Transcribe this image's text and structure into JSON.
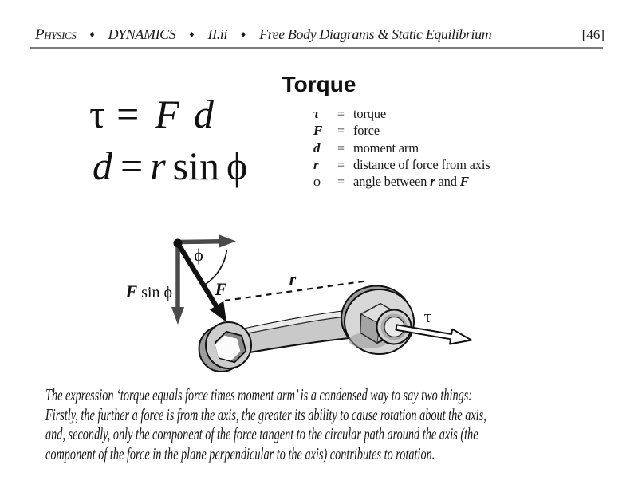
{
  "header": {
    "subject": "Physics",
    "separator": "♦",
    "section": "DYNAMICS",
    "subsection": "II.ii",
    "topic": "Free Body Diagrams & Static Equilibrium",
    "page_number": "[46]"
  },
  "title": "Torque",
  "equations": {
    "eq1": {
      "lhs": "τ",
      "equals": "=",
      "term1": "F",
      "term2": "d"
    },
    "eq2": {
      "lhs": "d",
      "equals": "=",
      "term1": "r",
      "fn": "sin",
      "term2": "ϕ"
    }
  },
  "legend": {
    "rows": [
      {
        "sym": "τ",
        "eq": "=",
        "def": "torque"
      },
      {
        "sym": "F",
        "eq": "=",
        "def": "force"
      },
      {
        "sym": "d",
        "eq": "=",
        "def": "moment arm"
      },
      {
        "sym": "r",
        "eq": "=",
        "def": "distance of force from axis"
      },
      {
        "sym": "ϕ",
        "eq": "=",
        "def_pre": "angle between",
        "def_r": "r",
        "def_mid": "and",
        "def_f": "F"
      }
    ]
  },
  "diagram": {
    "labels": {
      "phi": "ϕ",
      "force": "F",
      "fsin_f": "F",
      "fsin_rest": " sin ϕ",
      "radius": "r",
      "torque": "τ"
    },
    "colors": {
      "arrow_gray": "#4a4a4a",
      "vector_black": "#111111",
      "wrench_light": "#d7d7d7",
      "wrench_mid": "#c9c9c9",
      "wrench_dark": "#9c9c9c"
    }
  },
  "caption": {
    "lines": [
      "The expression ‘torque equals force times moment arm’ is a condensed way to say two things:",
      "Firstly, the further a force is from the axis, the greater its ability to cause rotation about the axis,",
      "and, secondly, only the component of the force tangent to the circular path around the axis (the",
      "component of the force in the plane perpendicular to the axis) contributes to rotation."
    ]
  }
}
